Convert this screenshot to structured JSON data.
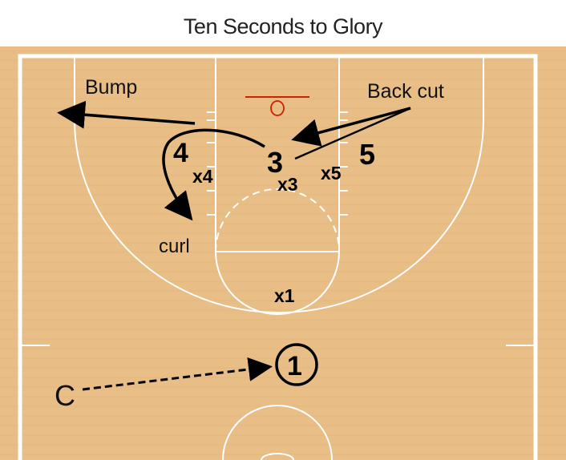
{
  "diagram": {
    "title": "Ten Seconds to Glory",
    "colors": {
      "floor": "#e8bd86",
      "floor_dark": "#dcaa6e",
      "lines": "#ffffff",
      "rim": "#cc2200",
      "ink": "#000000"
    },
    "offense": {
      "p1": "1",
      "p3": "3",
      "p4": "4",
      "p5": "5",
      "coach": "C"
    },
    "defense": {
      "x1": "x1",
      "x3": "x3",
      "x4": "x4",
      "x5": "x5"
    },
    "annotations": {
      "bump": "Bump",
      "back_cut": "Back cut",
      "curl": "curl"
    }
  }
}
